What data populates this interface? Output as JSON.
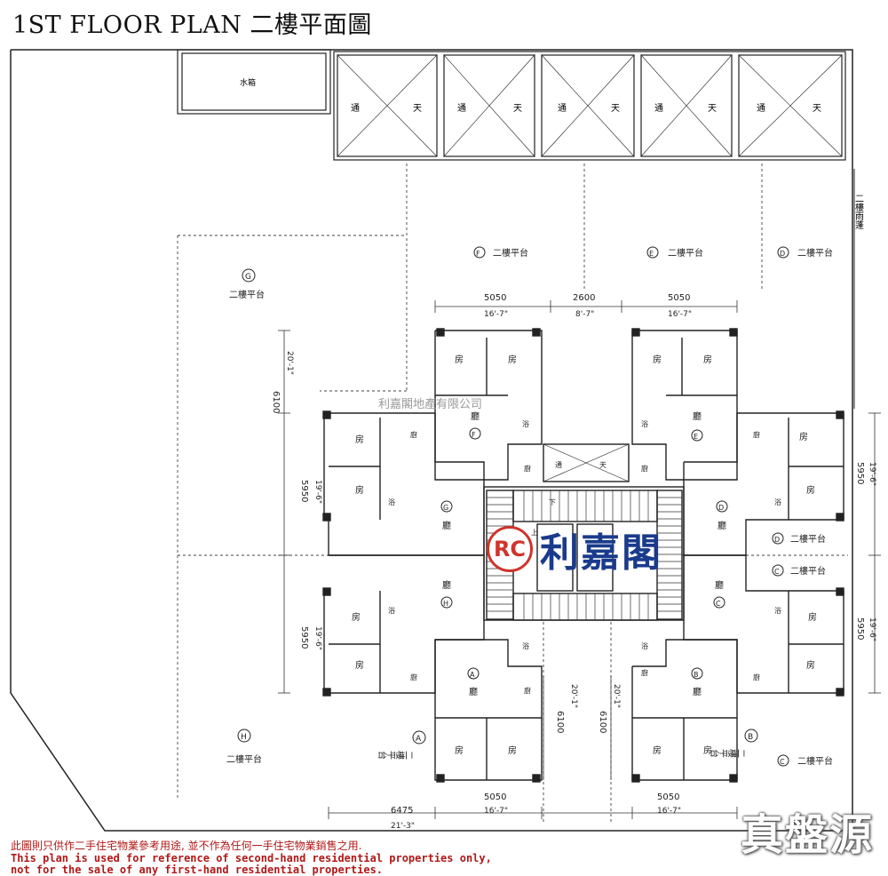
{
  "title": "1ST FLOOR PLAN  二樓平面圖",
  "top_labels": {
    "water_tank": "水箱",
    "open_air": "通",
    "open_air_2": "天"
  },
  "units": {
    "A": "A",
    "B": "B",
    "C": "C",
    "D": "D",
    "E": "E",
    "F": "F",
    "G": "G",
    "H": "H"
  },
  "room_labels": {
    "bedroom": "房",
    "living": "廳",
    "bath": "浴",
    "kitchen": "廚",
    "lift_up": "上",
    "lift_down": "下"
  },
  "terraces": {
    "F": "二樓平台",
    "E": "二樓平台",
    "D": "二樓平台",
    "G": "二樓平台",
    "H": "二樓平台",
    "C": "二樓平台",
    "D_inner": "二樓平台",
    "C_inner": "二樓平台",
    "A_vertical": "二樓平台",
    "B_vertical": "二樓平台",
    "right_vertical": "二樓雨蓬"
  },
  "dimensions": {
    "top_left": "5050",
    "top_left_ft": "16'-7\"",
    "top_mid": "2600",
    "top_mid_ft": "8'-7\"",
    "top_right": "5050",
    "top_right_ft": "16'-7\"",
    "left_upper": "6100",
    "left_upper_ft": "20'-1\"",
    "left_mid": "5950",
    "left_mid_ft": "19'-6\"",
    "left_lower": "5950",
    "left_lower_ft": "19'-6\"",
    "right_upper": "5950",
    "right_upper_ft": "19'-6\"",
    "right_lower": "5950",
    "right_lower_ft": "19'-6\"",
    "bottom_v_left": "6100",
    "bottom_v_left_ft": "20'-1\"",
    "bottom_v_right": "6100",
    "bottom_v_right_ft": "20'-1\"",
    "bottom_left": "5050",
    "bottom_left_ft": "16'-7\"",
    "bottom_right": "5050",
    "bottom_right_ft": "16'-7\"",
    "bottom_far": "6475",
    "bottom_far_ft": "21'-3\""
  },
  "agency_small": "利嘉閣地產有限公司",
  "center_logo": {
    "mark": "RC",
    "name": "利嘉閣"
  },
  "disclaimer": {
    "cn": "此圖則只供作二手住宅物業參考用途, 並不作為任何一手住宅物業銷售之用.",
    "en1": "This plan is used for reference of second-hand residential properties only,",
    "en2": "not for the sale of any first-hand residential properties."
  },
  "source_logo": "真盤源",
  "colors": {
    "line": "#222222",
    "disclaimer": "#b01818",
    "logo_red": "#d0342c",
    "logo_blue": "#1a3b8c"
  }
}
